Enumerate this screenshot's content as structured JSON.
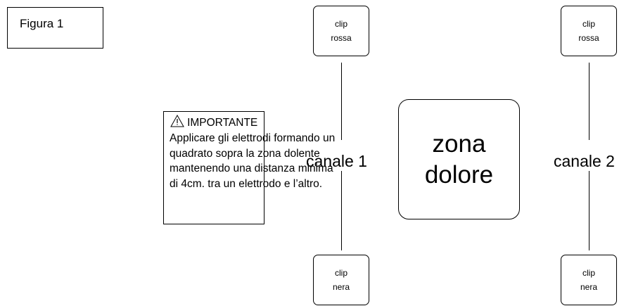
{
  "figure_label": "Figura 1",
  "important": {
    "icon": "warning-triangle-icon",
    "title": "IMPORTANTE",
    "lines": [
      "Applicare gli elettrodi formando un",
      "quadrato sopra la zona dolente",
      "mantenendo una distanza minima",
      "di 4cm. tra un elettrodo e l’altro."
    ]
  },
  "channels": [
    {
      "label": "canale 1",
      "top_clip": {
        "line1": "clip",
        "line2": "rossa"
      },
      "bottom_clip": {
        "line1": "clip",
        "line2": "nera"
      }
    },
    {
      "label": "canale 2",
      "top_clip": {
        "line1": "clip",
        "line2": "rossa"
      },
      "bottom_clip": {
        "line1": "clip",
        "line2": "nera"
      }
    }
  ],
  "zone": {
    "line1": "zona",
    "line2": "dolore"
  }
}
